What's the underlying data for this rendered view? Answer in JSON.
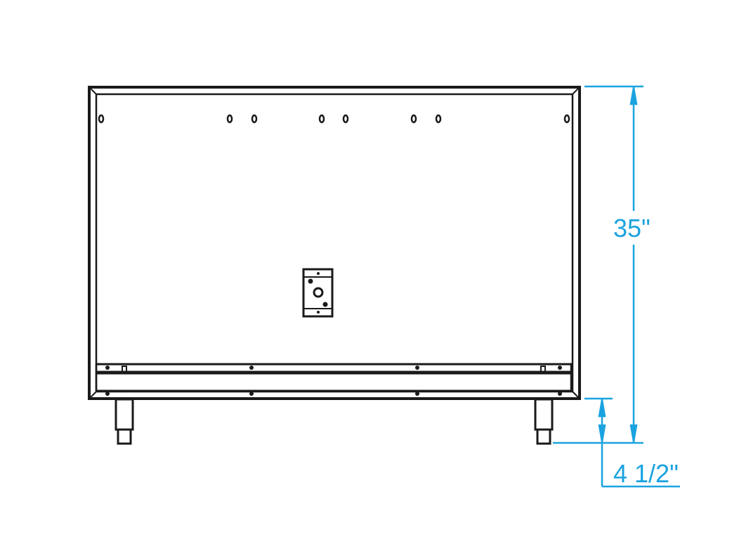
{
  "diagram": {
    "type": "dimension-drawing",
    "subject": "cabinet back panel with leveling legs",
    "colors": {
      "line": "#1a1a1a",
      "dimension": "#1aa3e0",
      "background": "#ffffff"
    },
    "dimensions": {
      "height": {
        "label": "35\"",
        "value_in": 35
      },
      "leg_height": {
        "label": "4 1/2\"",
        "value_in": 4.5
      }
    },
    "features": {
      "top_keyholes": 8,
      "center_plate": "junction-box-plate",
      "bottom_rail_screws": 8,
      "legs": 2
    }
  }
}
